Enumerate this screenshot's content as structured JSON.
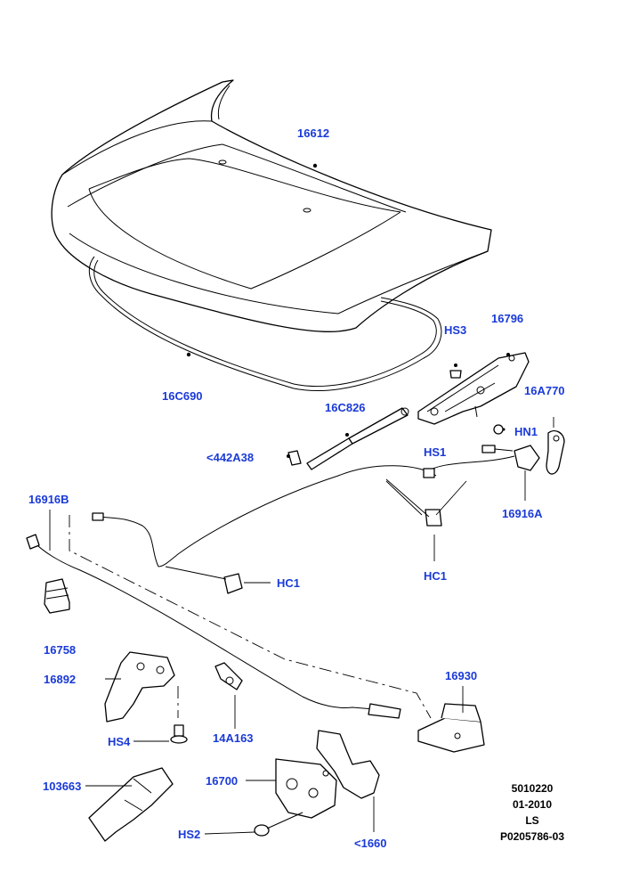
{
  "callouts": [
    {
      "id": "16612"
    },
    {
      "id": "16C690"
    },
    {
      "id": "HS3"
    },
    {
      "id": "16796"
    },
    {
      "id": "16A770"
    },
    {
      "id": "16C826"
    },
    {
      "id": "HN1"
    },
    {
      "id": "HS1"
    },
    {
      "id": "<442A38"
    },
    {
      "id": "16916B"
    },
    {
      "id": "16916A"
    },
    {
      "id": "HC1"
    },
    {
      "id": "HC1"
    },
    {
      "id": "16758"
    },
    {
      "id": "16892"
    },
    {
      "id": "16930"
    },
    {
      "id": "14A163"
    },
    {
      "id": "HS4"
    },
    {
      "id": "103663"
    },
    {
      "id": "16700"
    },
    {
      "id": "HS2"
    },
    {
      "id": "<1660"
    }
  ],
  "reference": {
    "line1": "5010220",
    "line2": "01-2010",
    "line3": "LS",
    "line4": "P0205786-03"
  },
  "colors": {
    "callout": "#1a3ad8",
    "reference": "#000000",
    "line": "#000000"
  }
}
